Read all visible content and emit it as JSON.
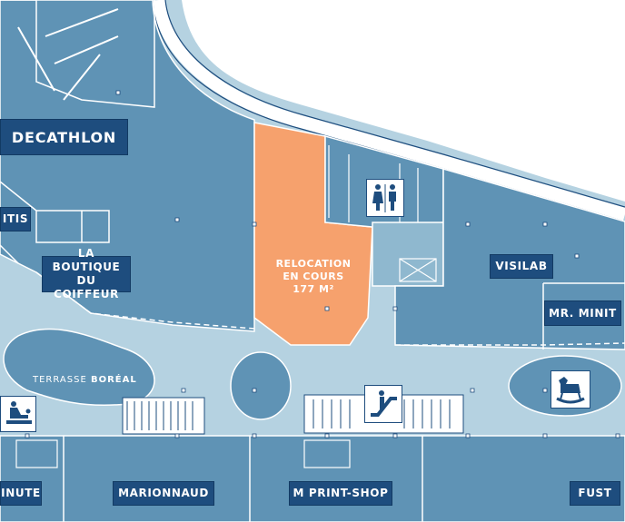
{
  "stores": [
    {
      "label": "DECATHLON"
    },
    {
      "label": "ITIS"
    },
    {
      "label": "LA BOUTIQUE\nDU COIFFEUR"
    },
    {
      "label": "VISILAB"
    },
    {
      "label": "MR. MINIT"
    },
    {
      "label": "INUTE"
    },
    {
      "label": "MARIONNAUD"
    },
    {
      "label": "M PRINT-SHOP"
    },
    {
      "label": "FUST"
    }
  ],
  "relocation": {
    "line1": "RELOCATION",
    "line2": "EN COURS",
    "line3": "177 M²"
  },
  "terrasse": {
    "prefix": "TERRASSE ",
    "name": "BORÉAL"
  },
  "icons": {
    "toilets": "toilets-icon",
    "escalator": "escalator-icon",
    "baby_change": "baby-change-icon",
    "kids_play": "rocking-horse-icon"
  },
  "colors": {
    "store_blue": "#5f93b5",
    "corridor": "#b5d2e1",
    "label_bg": "#1e4d7e",
    "relocation": "#f6a16d",
    "outside": "#ffffff"
  }
}
